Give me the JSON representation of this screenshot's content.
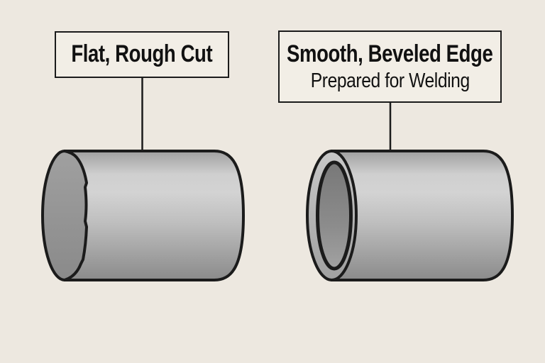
{
  "labels": {
    "flat": {
      "title": "Flat, Rough Cut"
    },
    "beveled": {
      "title": "Smooth, Beveled Edge",
      "subtitle": "Prepared for Welding"
    }
  },
  "illustrations": {
    "left_pipe": "pipe-with-flat-rough-cut-end",
    "right_pipe": "pipe-with-smooth-beveled-edge-prepared-for-welding"
  },
  "colors": {
    "background": "#EDE8E0",
    "label_box_fill": "#F2EEE6",
    "outline": "#1B1B1B",
    "text": "#111111",
    "pipe_body_highlight": "#D3D3D3",
    "pipe_body_shadow": "#8B8B8B",
    "pipe_face_gray": "#949494",
    "bevel_ring_gray": "#B6B6B6",
    "bore_gray": "#868686"
  }
}
